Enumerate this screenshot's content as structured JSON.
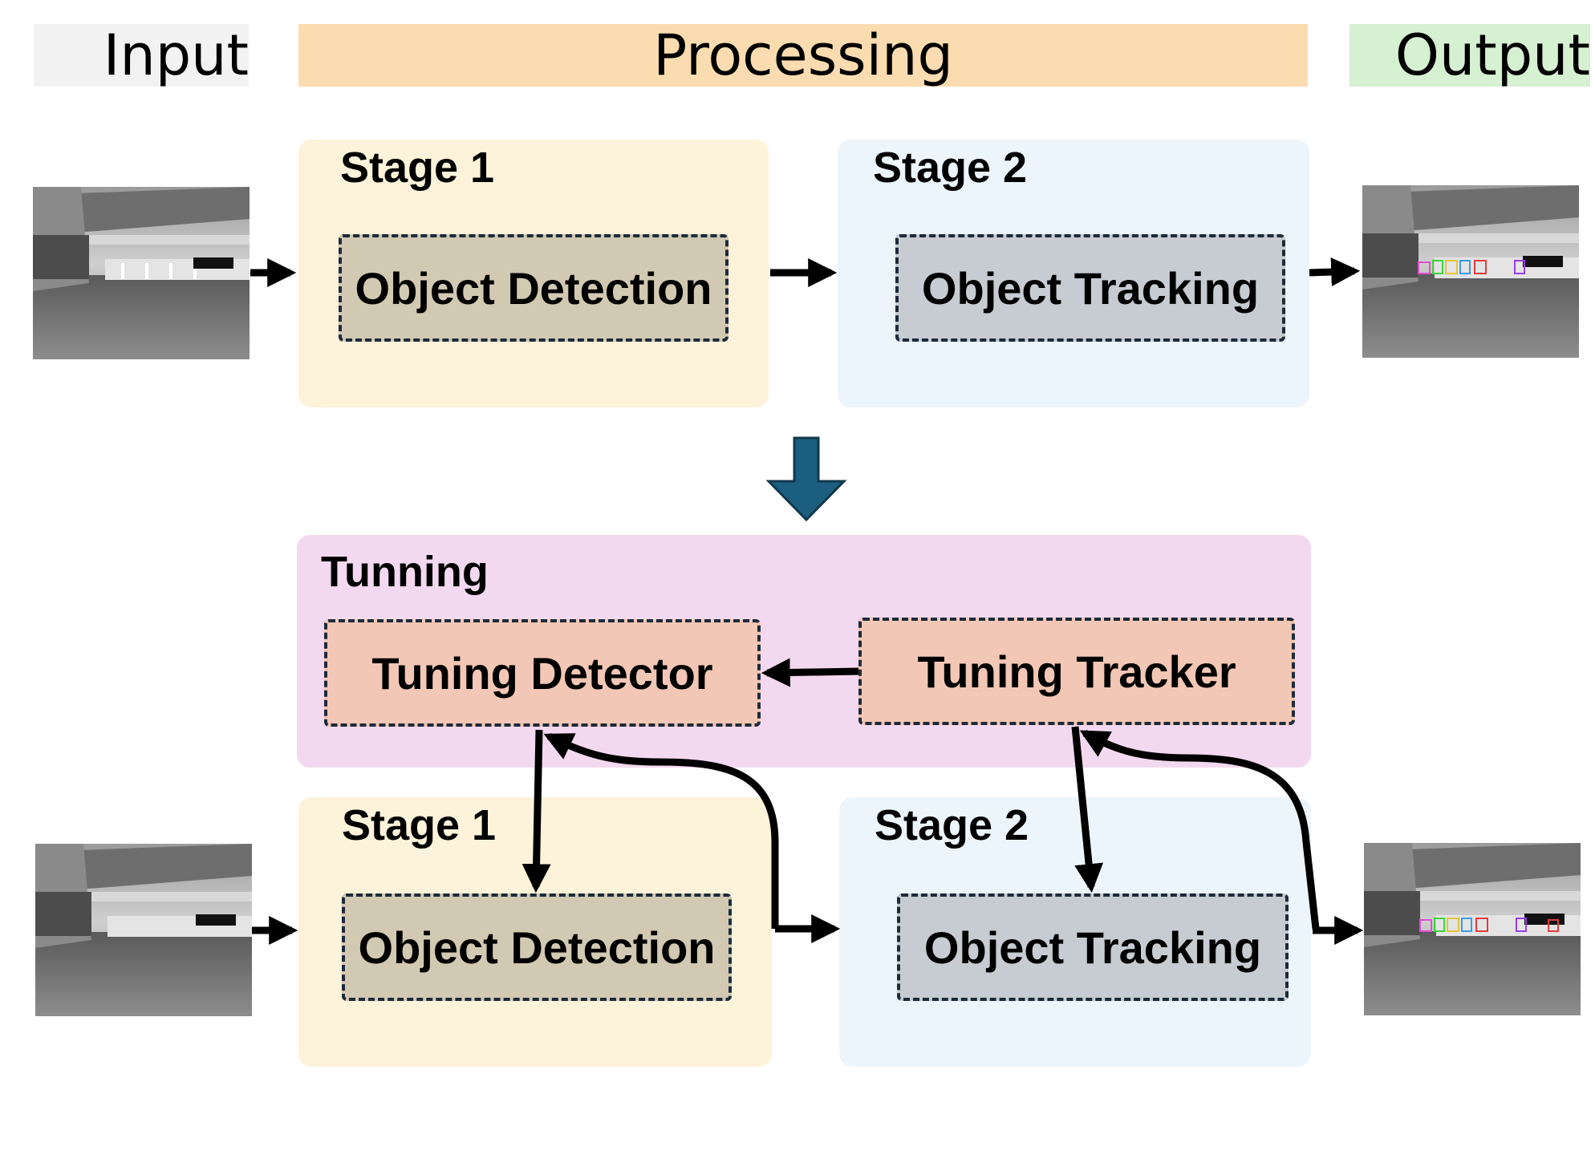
{
  "headers": {
    "input": "Input",
    "processing": "Processing",
    "output": "Output"
  },
  "top_pipeline": {
    "stage1": {
      "title": "Stage 1",
      "box": "Object Detection"
    },
    "stage2": {
      "title": "Stage 2",
      "box": "Object Tracking"
    }
  },
  "tuning": {
    "title": "Tunning",
    "detector": "Tuning Detector",
    "tracker": "Tuning Tracker"
  },
  "bottom_pipeline": {
    "stage1": {
      "title": "Stage 1",
      "box": "Object Detection"
    },
    "stage2": {
      "title": "Stage 2",
      "box": "Object Tracking"
    }
  },
  "colors": {
    "input_header": "#f2f2f2",
    "processing_header": "#fbdcb0",
    "output_header": "#d6f0d2",
    "stage1_panel": "#fdf3db",
    "stage2_panel": "#edf5fc",
    "tuning_panel": "#f3d9ef",
    "detection_box": "#d2c9b3",
    "tracking_box": "#c6ccd1",
    "tuning_box": "#f2c7b5",
    "down_arrow": "#1b5e80"
  }
}
